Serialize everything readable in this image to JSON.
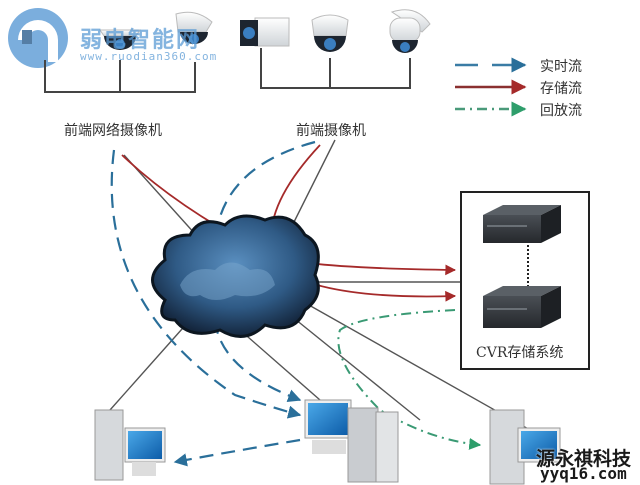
{
  "watermark_top_left": {
    "title": "弱电智能网",
    "url": "www.ruodian360.com"
  },
  "watermark_bottom_right": {
    "title": "源永祺科技",
    "url": "yyq16.com"
  },
  "legend": {
    "items": [
      {
        "label": "实时流",
        "style": "dashed",
        "color": "#3a7ca5"
      },
      {
        "label": "存储流",
        "style": "solid",
        "color": "#a52a2a"
      },
      {
        "label": "回放流",
        "style": "dash-dot",
        "color": "#2e9e6b"
      }
    ]
  },
  "labels": {
    "network_cameras": "前端网络摄像机",
    "front_cameras": "前端摄像机",
    "cvr": "CVR存储系统"
  },
  "colors": {
    "realtime": "#3a7ca5",
    "storage": "#a52a2a",
    "playback": "#2e9e6b",
    "cloud": "#1f3a5a",
    "line": "#555555"
  }
}
